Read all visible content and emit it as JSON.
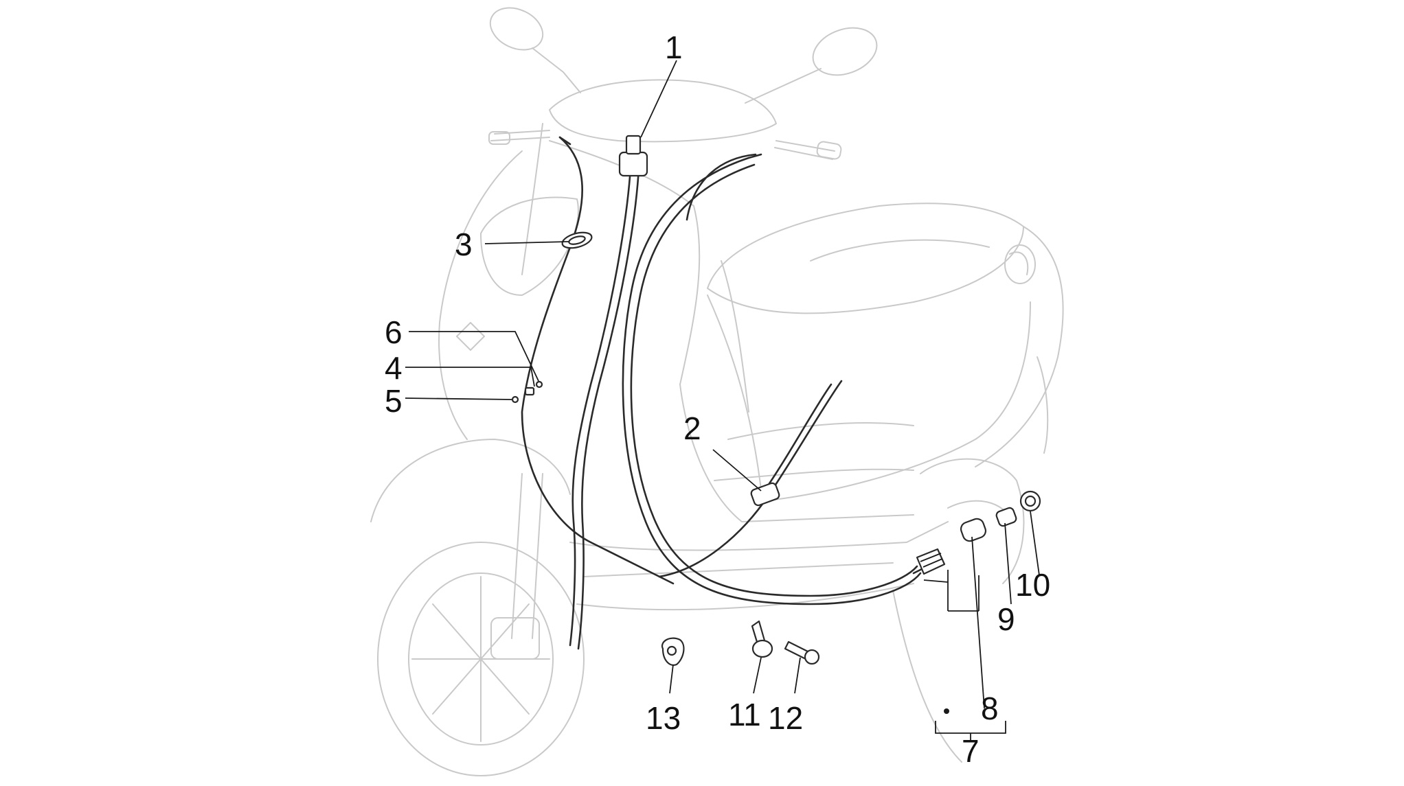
{
  "callouts": {
    "c1": "1",
    "c2": "2",
    "c3": "3",
    "c4": "4",
    "c5": "5",
    "c6": "6",
    "c7": "7",
    "c8": "8",
    "c9": "9",
    "c10": "10",
    "c11": "11",
    "c12": "12",
    "c13": "13"
  },
  "colors": {
    "outline": "#c9c9c9",
    "parts": "#2a2a2a",
    "text": "#111111"
  }
}
